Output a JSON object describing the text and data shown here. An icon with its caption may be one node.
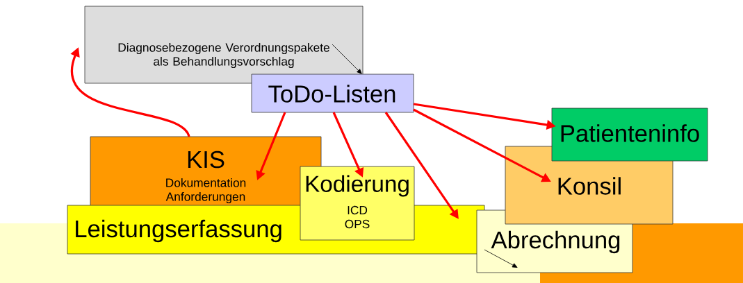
{
  "diagram": {
    "nodes": [
      {
        "text": [
          "Diagnosebezogene Verordnungspakete als Behandlungsvorschlag"
        ]
      },
      {
        "text": [
          "ToDo-Listen"
        ]
      },
      {
        "text": [
          "KIS",
          "Dokumentation Anforderungen"
        ]
      },
      {
        "text": [
          "Leistungserfassung"
        ]
      },
      {
        "text": [
          "Kodierung",
          "ICD OPS"
        ]
      },
      {
        "text": [
          "Abrechnung"
        ]
      },
      {
        "text": [
          "Konsil"
        ]
      },
      {
        "text": [
          "Patienteninfo"
        ]
      }
    ],
    "edges": [
      {
        "from": 2,
        "to": 0,
        "arrow": "to"
      },
      {
        "from": 0,
        "to": 1,
        "arrow": "to",
        "color": "#000000"
      },
      {
        "from": 1,
        "to": 2,
        "arrow": "to"
      },
      {
        "from": 1,
        "to": 4,
        "arrow": "to"
      },
      {
        "from": 1,
        "to": 3,
        "arrow": "to"
      },
      {
        "from": 1,
        "to": 7,
        "arrow": "to"
      },
      {
        "from": 1,
        "to": 6,
        "arrow": "to"
      },
      {
        "from": 3,
        "to": 5,
        "arrow": "to",
        "color": "#000000"
      }
    ]
  }
}
